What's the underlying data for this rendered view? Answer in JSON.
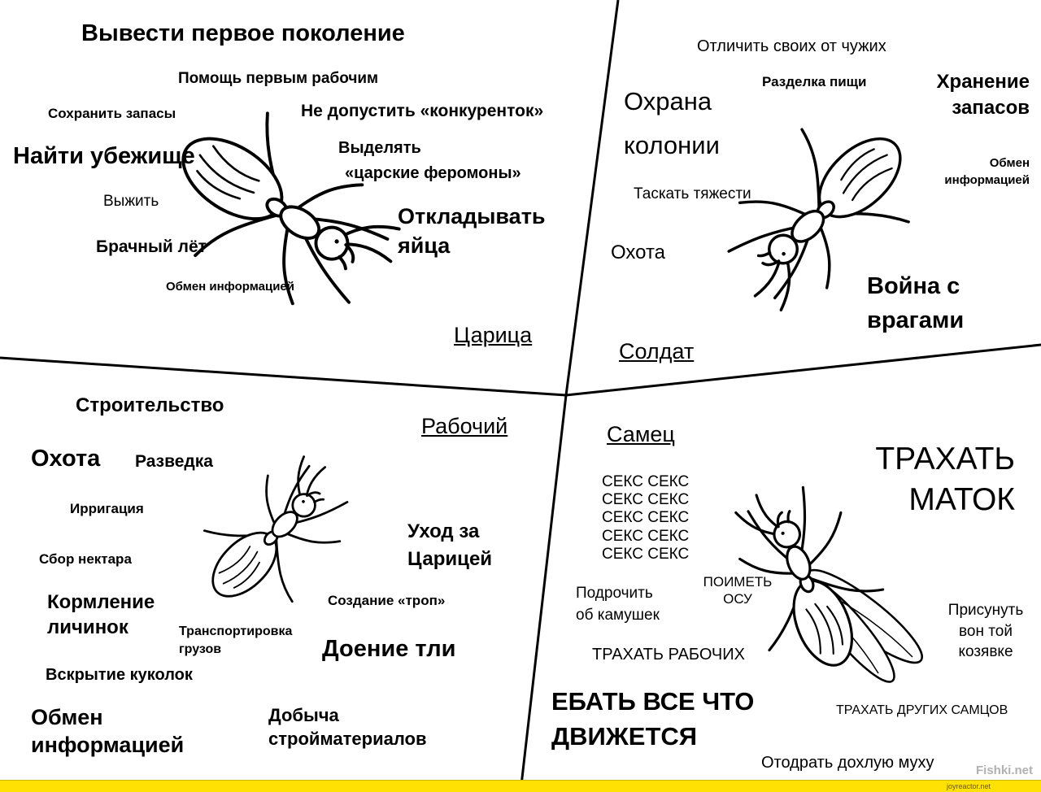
{
  "colors": {
    "background": "#ffffff",
    "ink": "#000000",
    "footer_bar": "#ffe103"
  },
  "figures": {
    "queen_ant": "queen-ant-drawing",
    "soldier_ant": "soldier-ant-drawing",
    "worker_ant": "worker-ant-drawing",
    "male_ant": "winged-male-ant-drawing"
  },
  "queen": {
    "caste": "Царица",
    "title": "Вывести первое поколение",
    "help_workers": "Помощь первым рабочим",
    "save_supplies": "Сохранить запасы",
    "find_shelter": "Найти убежище",
    "no_rivals": "Не допустить «конкуренток»",
    "pheromones_1": "Выделять",
    "pheromones_2": "«царские феромоны»",
    "survive": "Выжить",
    "nuptial_flight": "Брачный лёт",
    "lay_eggs_1": "Откладывать",
    "lay_eggs_2": "яйца",
    "info_exchange": "Обмен информацией"
  },
  "soldier": {
    "caste": "Солдат",
    "friend_or_foe": "Отличить своих от чужих",
    "guard_1": "Охрана",
    "guard_2": "колонии",
    "food_cutting": "Разделка пищи",
    "storage_1": "Хранение",
    "storage_2": "запасов",
    "info_1": "Обмен",
    "info_2": "информацией",
    "carry_heavy": "Таскать тяжести",
    "hunting": "Охота",
    "war_1": "Война с",
    "war_2": "врагами"
  },
  "worker": {
    "caste": "Рабочий",
    "construction": "Строительство",
    "hunting": "Охота",
    "scouting": "Разведка",
    "irrigation": "Ирригация",
    "nectar": "Сбор нектара",
    "queen_care_1": "Уход за",
    "queen_care_2": "Царицей",
    "feed_larvae_1": "Кормление",
    "feed_larvae_2": "личинок",
    "trails": "Создание «троп»",
    "transport_1": "Транспортировка",
    "transport_2": "грузов",
    "milk_aphids": "Доение тли",
    "open_pupae": "Вскрытие куколок",
    "info_1": "Обмен",
    "info_2": "информацией",
    "materials_1": "Добыча",
    "materials_2": "стройматериалов"
  },
  "male": {
    "caste": "Самец",
    "queens_1": "ТРАХАТЬ",
    "queens_2": "МАТОК",
    "sex_lines": [
      "СЕКС СЕКС",
      "СЕКС СЕКС",
      "СЕКС СЕКС",
      "СЕКС СЕКС",
      "СЕКС СЕКС"
    ],
    "jerk_1": "Подрочить",
    "jerk_2": "об камушек",
    "wasp_1": "ПОИМЕТЬ",
    "wasp_2": "ОСУ",
    "bug_1": "Присунуть",
    "bug_2": "вон той",
    "bug_3": "козявке",
    "workers": "ТРАХАТЬ РАБОЧИХ",
    "everything_1": "ЕБАТЬ ВСЕ ЧТО",
    "everything_2": "ДВИЖЕТСЯ",
    "other_males": "ТРАХАТЬ ДРУГИХ САМЦОВ",
    "dead_fly": "Отодрать дохлую муху"
  },
  "watermarks": {
    "fishki": "Fishki.net",
    "joyreactor": "joyreactor.net"
  }
}
